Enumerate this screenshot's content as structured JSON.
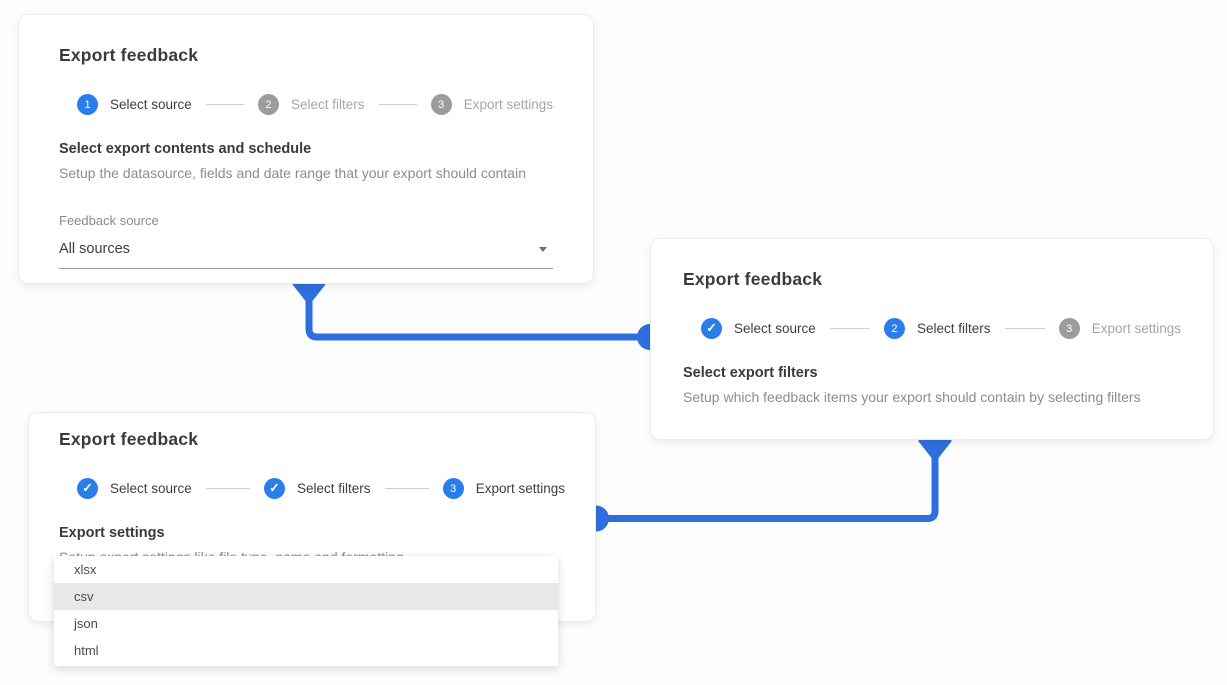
{
  "colors": {
    "accent_blue": "#2b7de9",
    "connector_blue": "#2e6edd",
    "step_inactive_gray": "#9c9c9c",
    "text_dark": "#3c3c3c",
    "text_muted": "#8c8c8c",
    "selected_option_bg": "#e8e8e8",
    "card_bg": "#ffffff",
    "page_bg": "#fdfdfd"
  },
  "cards": [
    {
      "title": "Export feedback",
      "steps": [
        {
          "marker": "1",
          "state": "active",
          "label": "Select source"
        },
        {
          "marker": "2",
          "state": "inactive",
          "label": "Select filters"
        },
        {
          "marker": "3",
          "state": "inactive",
          "label": "Export settings"
        }
      ],
      "heading": "Select export contents and schedule",
      "description": "Setup the datasource, fields and date range that your export should contain",
      "form": {
        "field_label": "Feedback source",
        "field_value": "All sources",
        "icon": "caret-down-icon"
      }
    },
    {
      "title": "Export feedback",
      "steps": [
        {
          "marker": "✓",
          "state": "done",
          "label": "Select source"
        },
        {
          "marker": "2",
          "state": "active",
          "label": "Select filters"
        },
        {
          "marker": "3",
          "state": "inactive",
          "label": "Export settings"
        }
      ],
      "heading": "Select export filters",
      "description": "Setup which feedback items your export should contain by selecting filters"
    },
    {
      "title": "Export feedback",
      "steps": [
        {
          "marker": "✓",
          "state": "done",
          "label": "Select source"
        },
        {
          "marker": "✓",
          "state": "done",
          "label": "Select filters"
        },
        {
          "marker": "3",
          "state": "active",
          "label": "Export settings"
        }
      ],
      "heading": "Export settings",
      "description": "Setup export settings like file type, name and formatting",
      "dropdown": {
        "options": [
          {
            "label": "xlsx",
            "selected": false
          },
          {
            "label": "csv",
            "selected": true
          },
          {
            "label": "json",
            "selected": false
          },
          {
            "label": "html",
            "selected": false
          }
        ]
      }
    }
  ]
}
